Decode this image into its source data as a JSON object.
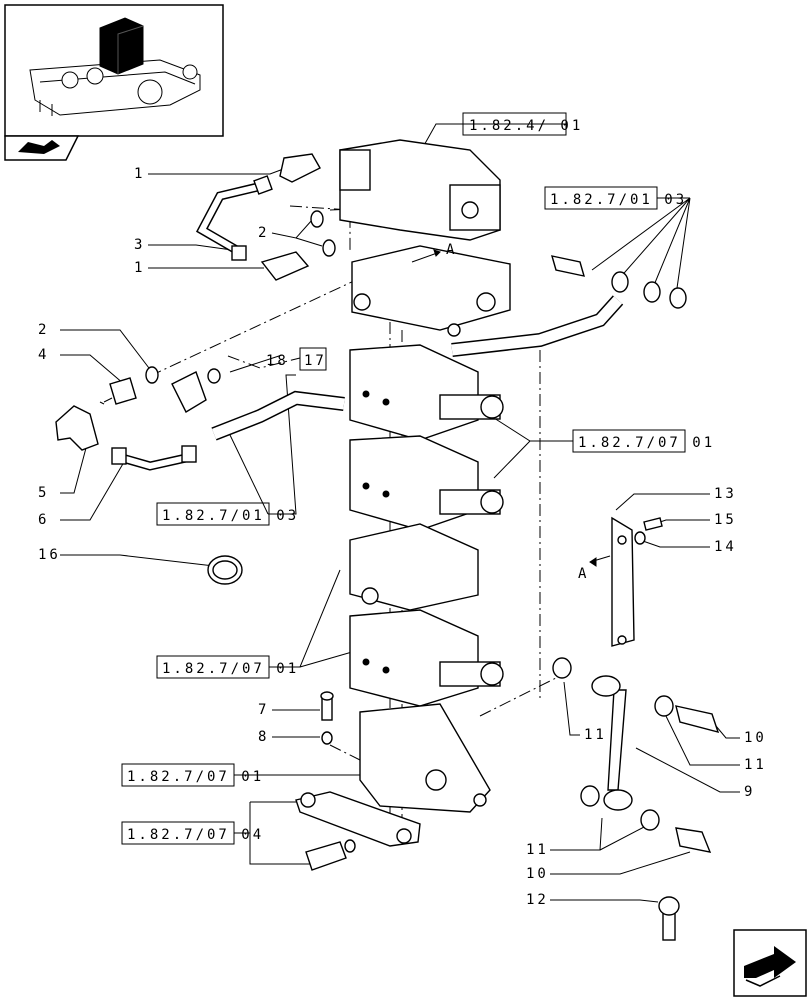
{
  "references": {
    "ref_1_82_4_01": "1.82.4/ 01",
    "ref_1_82_7_01_03_top": "1.82.7/01 03",
    "ref_1_82_7_01_03_left": "1.82.7/01 03",
    "ref_1_82_7_07_01_right": "1.82.7/07 01",
    "ref_1_82_7_07_01_left_mid": "1.82.7/07 01",
    "ref_1_82_7_07_01_left_low": "1.82.7/07 01",
    "ref_1_82_7_07_04": "1.82.7/07 04",
    "ref_17": "17"
  },
  "callouts": {
    "n1_top": "1",
    "n3": "3",
    "n1_mid": "1",
    "n2_top": "2",
    "n2_left": "2",
    "n4": "4",
    "n18": "18",
    "n5": "5",
    "n6": "6",
    "n16": "16",
    "n7": "7",
    "n8": "8",
    "n13": "13",
    "n15": "15",
    "n14": "14",
    "n11_a": "11",
    "n10_a": "10",
    "n11_b": "11",
    "n9": "9",
    "n11_c": "11",
    "n10_b": "10",
    "n12": "12"
  },
  "section_marks": {
    "a_top": "A",
    "a_bracket": "A"
  },
  "icons": {
    "thumbnail": "tractor-hitch-thumbnail",
    "book": "book-icon",
    "next": "next-page-arrow-icon"
  }
}
